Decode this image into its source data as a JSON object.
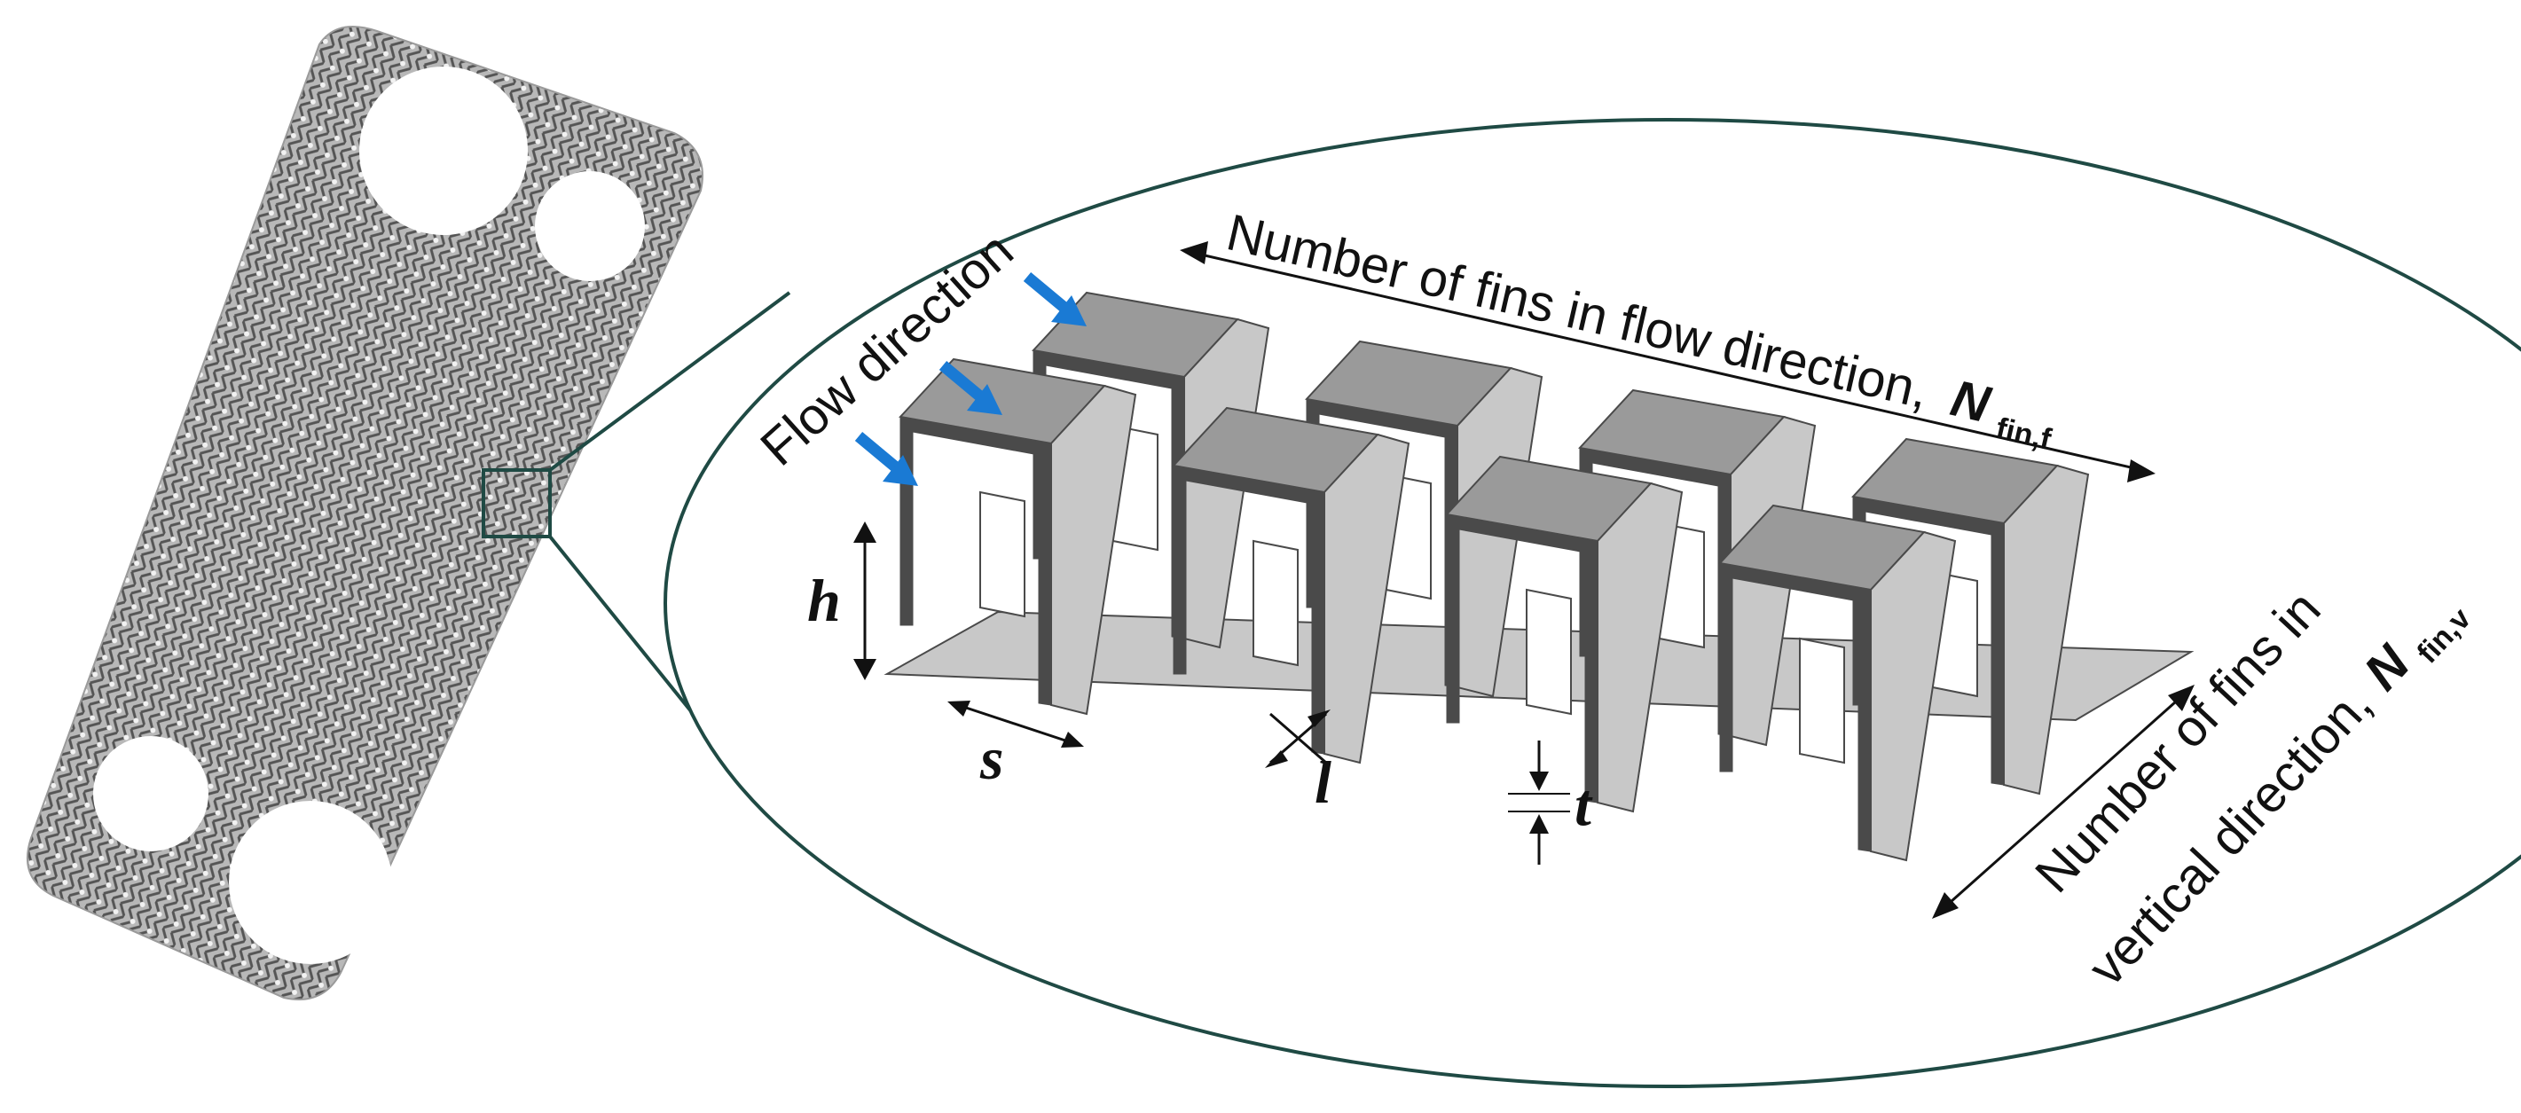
{
  "labels": {
    "flow_direction": "Flow direction",
    "n_fin_f_text": "Number of fins in flow direction,",
    "n_fin_f_symbol": "N",
    "n_fin_f_subscript": "fin,f",
    "n_fin_v_line1": "Number of fins in",
    "n_fin_v_line2": "vertical direction,",
    "n_fin_v_symbol": "N",
    "n_fin_v_subscript": "fin,v",
    "h": "h",
    "s": "s",
    "l": "l",
    "t": "t"
  },
  "colors": {
    "flow_arrow": "#1a7ad4",
    "fin_top": "#9a9a9a",
    "fin_face": "#c8c8c8",
    "fin_edge": "#4a4a4a",
    "callout_outline": "#1f4a44",
    "plate_pattern": "#8a8a8a"
  },
  "fin_grid": {
    "fins_in_flow_direction_shown": 4,
    "fins_in_vertical_direction_shown": 2
  }
}
